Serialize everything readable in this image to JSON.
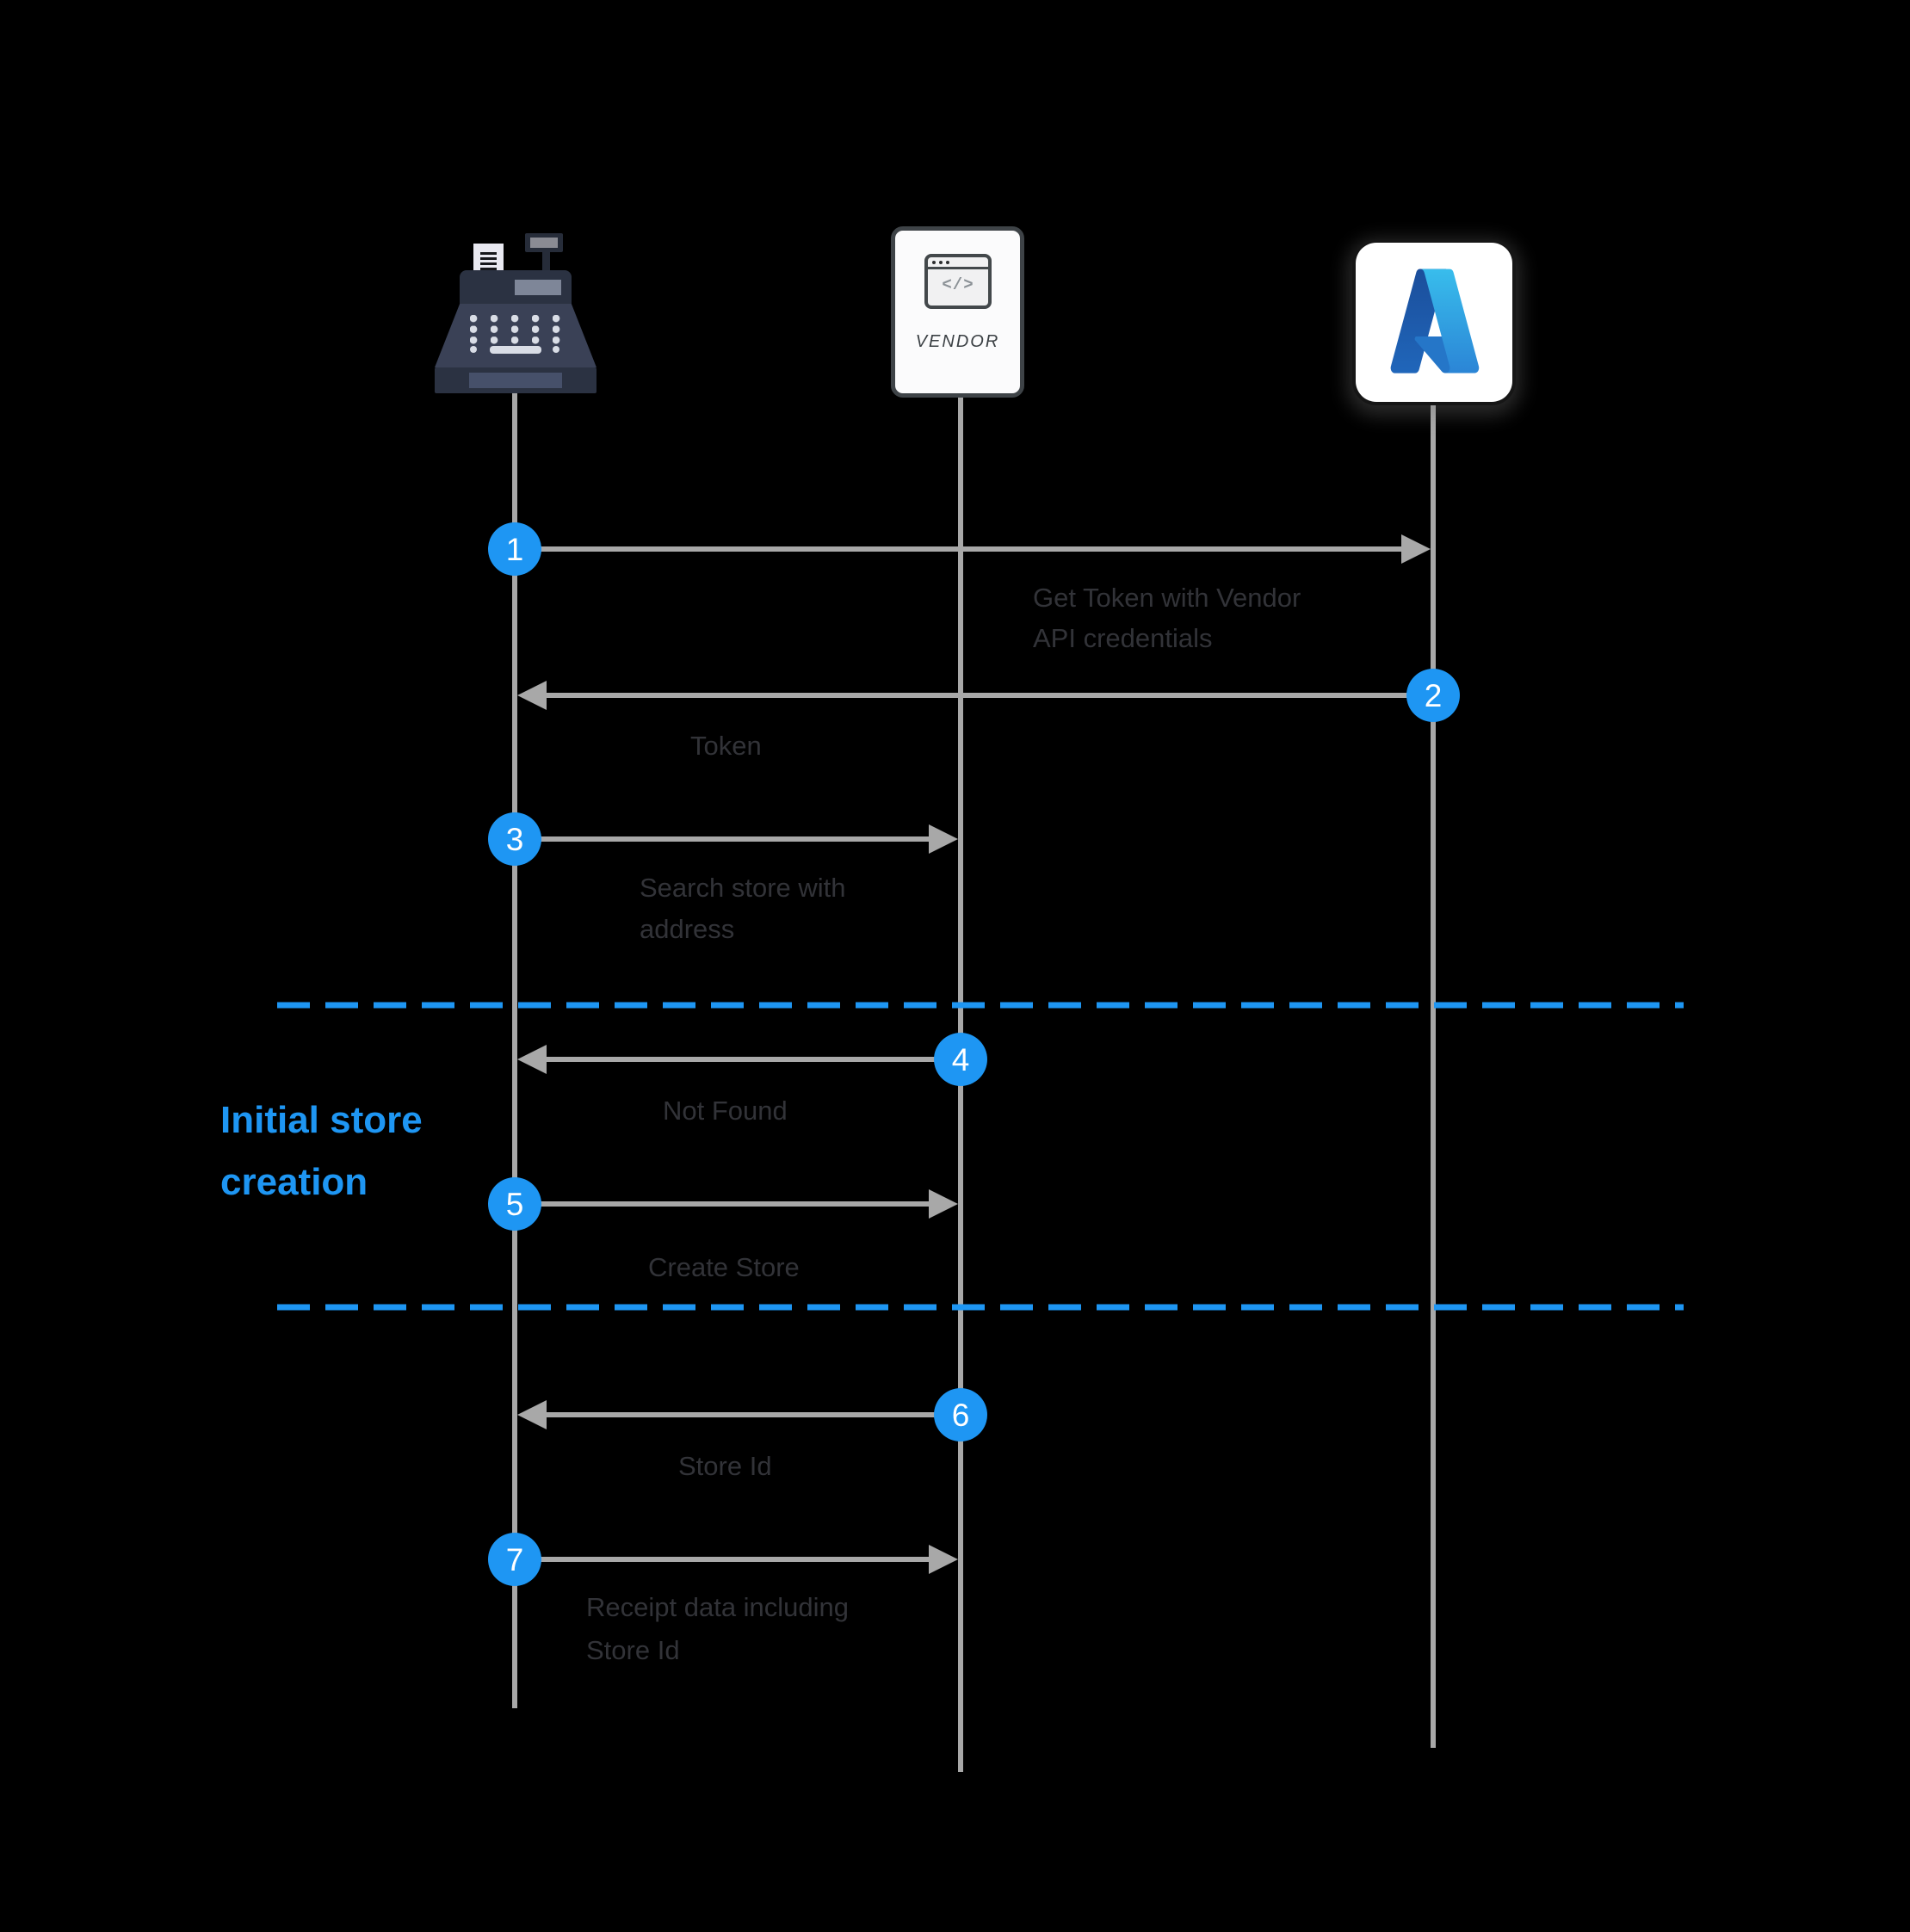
{
  "diagram": {
    "section_label": {
      "line1": "Initial store",
      "line2": "creation"
    },
    "actors": [
      {
        "id": "register",
        "name": "cash-register"
      },
      {
        "id": "vendor",
        "label": "VENDOR",
        "icon_glyph": "</>"
      },
      {
        "id": "azure",
        "name": "azure"
      }
    ],
    "messages": [
      {
        "num": "1",
        "from": "register",
        "to": "azure",
        "label_line1": "Get Token with Vendor",
        "label_line2": "API credentials"
      },
      {
        "num": "2",
        "from": "azure",
        "to": "register",
        "label_line1": "Token"
      },
      {
        "num": "3",
        "from": "register",
        "to": "vendor",
        "label_line1": "Search store with",
        "label_line2": "address"
      },
      {
        "num": "4",
        "from": "vendor",
        "to": "register",
        "label_line1": "Not Found"
      },
      {
        "num": "5",
        "from": "register",
        "to": "vendor",
        "label_line1": "Create Store"
      },
      {
        "num": "6",
        "from": "vendor",
        "to": "register",
        "label_line1": "Store Id"
      },
      {
        "num": "7",
        "from": "register",
        "to": "vendor",
        "label_line1": "Receipt data including",
        "label_line2": "Store Id"
      }
    ],
    "colors": {
      "background": "#000000",
      "accent_blue": "#1e96f3",
      "arrow_gray": "#a8a8a8",
      "label_gray": "#323338"
    }
  }
}
